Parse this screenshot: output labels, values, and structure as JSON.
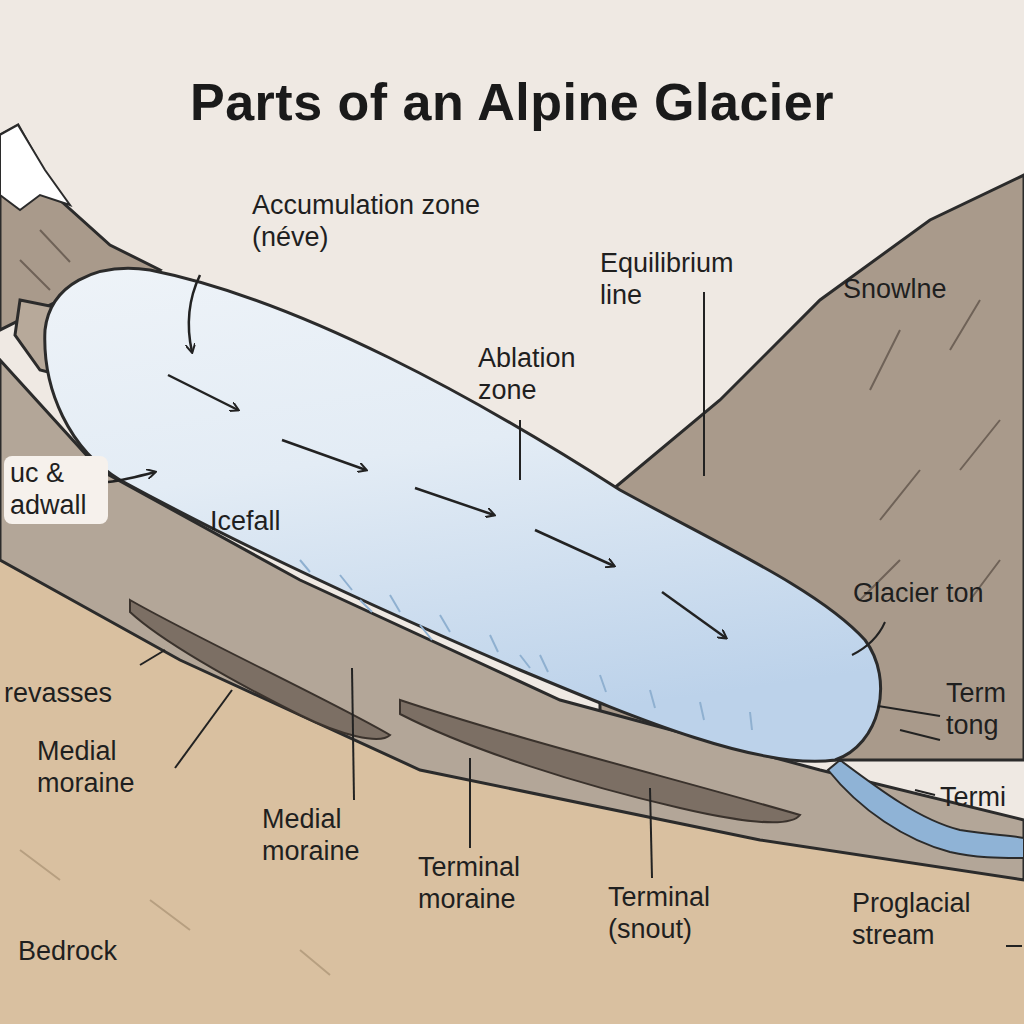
{
  "diagram": {
    "title": "Parts of an Alpine Glacier",
    "labels": [
      "Accumulation zone (néve)",
      "Equilibrium line",
      "Snowlne",
      "Ablation zone",
      "uc & adwall",
      "Icefall",
      "Glacier ton",
      "Term tong",
      "Termi",
      "revasses",
      "Medial moraine",
      "Medial moraine",
      "Terminal moraine",
      "Terminal (snout)",
      "Proglacial stream",
      "Bedrock"
    ]
  }
}
